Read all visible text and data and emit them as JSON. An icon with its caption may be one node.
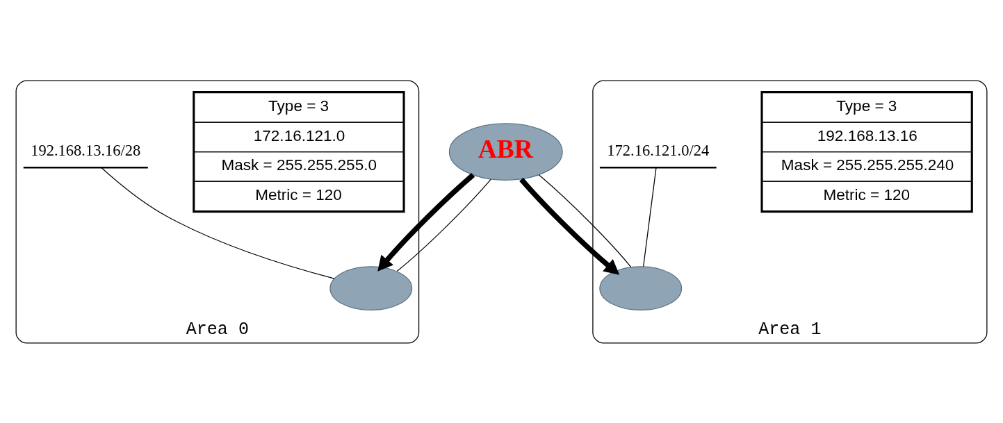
{
  "diagram": {
    "nodes": [
      {
        "text": [
          "Area 0"
        ]
      },
      {
        "text": [
          "Type = 3",
          "172.16.121.0",
          "Mask = 255.255.255.0",
          "Metric = 120"
        ],
        "in": 0
      },
      {
        "text": [],
        "shape": "router",
        "in": 0
      },
      {
        "text": [
          "192.168.13.16/28"
        ],
        "in": 0
      },
      {
        "text": [
          "ABR"
        ]
      },
      {
        "text": [
          "Area 1"
        ]
      },
      {
        "text": [
          "Type = 3",
          "192.168.13.16",
          "Mask = 255.255.255.240",
          "Metric = 120"
        ],
        "in": 5
      },
      {
        "text": [],
        "shape": "router",
        "in": 5
      },
      {
        "text": [
          "172.16.121.0/24"
        ],
        "in": 5
      }
    ],
    "edges": [
      {
        "from": 4,
        "to": 2,
        "arrow": "to",
        "style": "thick"
      },
      {
        "from": 4,
        "to": 2,
        "arrow": "none"
      },
      {
        "from": 4,
        "to": 7,
        "arrow": "to",
        "style": "thick"
      },
      {
        "from": 4,
        "to": 7,
        "arrow": "none"
      },
      {
        "from": 3,
        "to": 2,
        "arrow": "none"
      },
      {
        "from": 8,
        "to": 7,
        "arrow": "none"
      }
    ]
  }
}
